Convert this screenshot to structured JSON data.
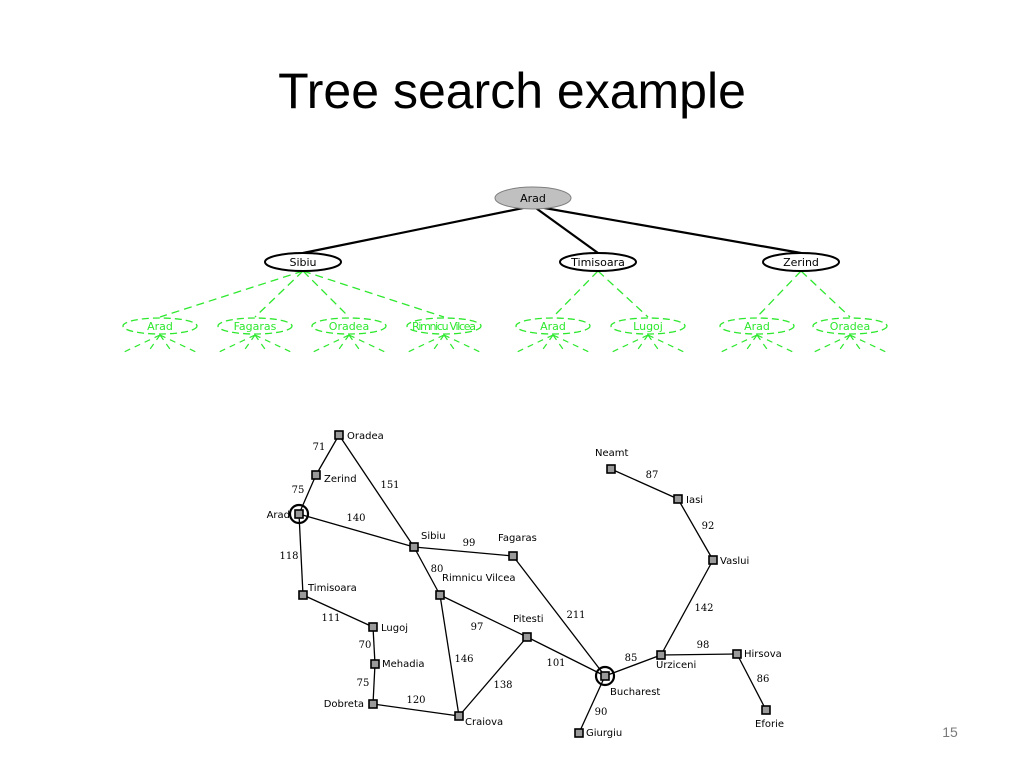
{
  "slide": {
    "title": "Tree search example",
    "number": "15"
  },
  "tree": {
    "root": "Arad",
    "level1": [
      "Sibiu",
      "Timisoara",
      "Zerind"
    ],
    "level2": [
      {
        "parent": "Sibiu",
        "label": "Arad"
      },
      {
        "parent": "Sibiu",
        "label": "Fagaras"
      },
      {
        "parent": "Sibiu",
        "label": "Oradea"
      },
      {
        "parent": "Sibiu",
        "label": "Rimnicu Vilcea"
      },
      {
        "parent": "Timisoara",
        "label": "Arad"
      },
      {
        "parent": "Timisoara",
        "label": "Lugoj"
      },
      {
        "parent": "Zerind",
        "label": "Arad"
      },
      {
        "parent": "Zerind",
        "label": "Oradea"
      }
    ],
    "colors": {
      "root_fill": "#c0c0c0",
      "frontier": "#2ee82e",
      "edge": "#000000"
    }
  },
  "map": {
    "cities": [
      "Oradea",
      "Zerind",
      "Arad",
      "Timisoara",
      "Lugoj",
      "Mehadia",
      "Dobreta",
      "Craiova",
      "Sibiu",
      "Rimnicu Vilcea",
      "Fagaras",
      "Pitesti",
      "Bucharest",
      "Giurgiu",
      "Urziceni",
      "Hirsova",
      "Eforie",
      "Vaslui",
      "Iasi",
      "Neamt"
    ],
    "roads": [
      {
        "from": "Oradea",
        "to": "Zerind",
        "distance": "71"
      },
      {
        "from": "Zerind",
        "to": "Arad",
        "distance": "75"
      },
      {
        "from": "Oradea",
        "to": "Sibiu",
        "distance": "151"
      },
      {
        "from": "Arad",
        "to": "Sibiu",
        "distance": "140"
      },
      {
        "from": "Arad",
        "to": "Timisoara",
        "distance": "118"
      },
      {
        "from": "Timisoara",
        "to": "Lugoj",
        "distance": "111"
      },
      {
        "from": "Lugoj",
        "to": "Mehadia",
        "distance": "70"
      },
      {
        "from": "Mehadia",
        "to": "Dobreta",
        "distance": "75"
      },
      {
        "from": "Dobreta",
        "to": "Craiova",
        "distance": "120"
      },
      {
        "from": "Sibiu",
        "to": "Fagaras",
        "distance": "99"
      },
      {
        "from": "Sibiu",
        "to": "Rimnicu Vilcea",
        "distance": "80"
      },
      {
        "from": "Rimnicu Vilcea",
        "to": "Pitesti",
        "distance": "97"
      },
      {
        "from": "Rimnicu Vilcea",
        "to": "Craiova",
        "distance": "146"
      },
      {
        "from": "Craiova",
        "to": "Pitesti",
        "distance": "138"
      },
      {
        "from": "Fagaras",
        "to": "Bucharest",
        "distance": "211"
      },
      {
        "from": "Pitesti",
        "to": "Bucharest",
        "distance": "101"
      },
      {
        "from": "Bucharest",
        "to": "Giurgiu",
        "distance": "90"
      },
      {
        "from": "Bucharest",
        "to": "Urziceni",
        "distance": "85"
      },
      {
        "from": "Urziceni",
        "to": "Hirsova",
        "distance": "98"
      },
      {
        "from": "Hirsova",
        "to": "Eforie",
        "distance": "86"
      },
      {
        "from": "Urziceni",
        "to": "Vaslui",
        "distance": "142"
      },
      {
        "from": "Vaslui",
        "to": "Iasi",
        "distance": "92"
      },
      {
        "from": "Iasi",
        "to": "Neamt",
        "distance": "87"
      }
    ],
    "highlighted": [
      "Arad",
      "Bucharest"
    ]
  }
}
